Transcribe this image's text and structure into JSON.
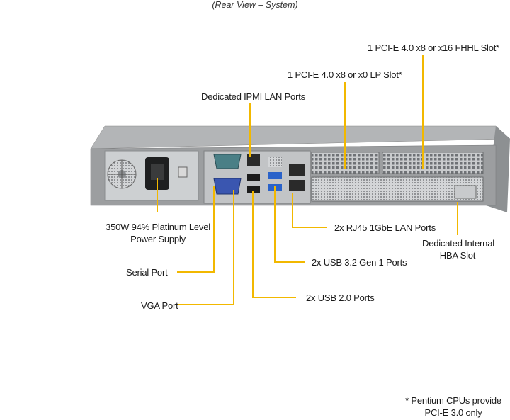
{
  "caption": "(Rear View – System)",
  "callouts": {
    "pcie_fhhl": "1 PCI-E 4.0 x8 or x16 FHHL Slot*",
    "pcie_lp": "1 PCI-E 4.0 x8 or x0 LP Slot*",
    "ipmi": "Dedicated IPMI  LAN Ports",
    "psu_line1": "350W 94% Platinum  Level",
    "psu_line2": "Power Supply",
    "serial": "Serial Port",
    "vga": "VGA Port",
    "rj45": "2x RJ45 1GbE LAN Ports",
    "usb32": "2x USB 3.2 Gen 1 Ports",
    "usb20": "2x USB 2.0 Ports",
    "hba_line1": "Dedicated Internal",
    "hba_line2": "HBA Slot"
  },
  "footnote": {
    "line1": "* Pentium CPUs provide",
    "line2": "PCI-E 3.0 only"
  },
  "colors": {
    "leader_line": "#f2b800",
    "chassis": "#9a9c9e",
    "usb3_blue": "#2a62c9"
  }
}
